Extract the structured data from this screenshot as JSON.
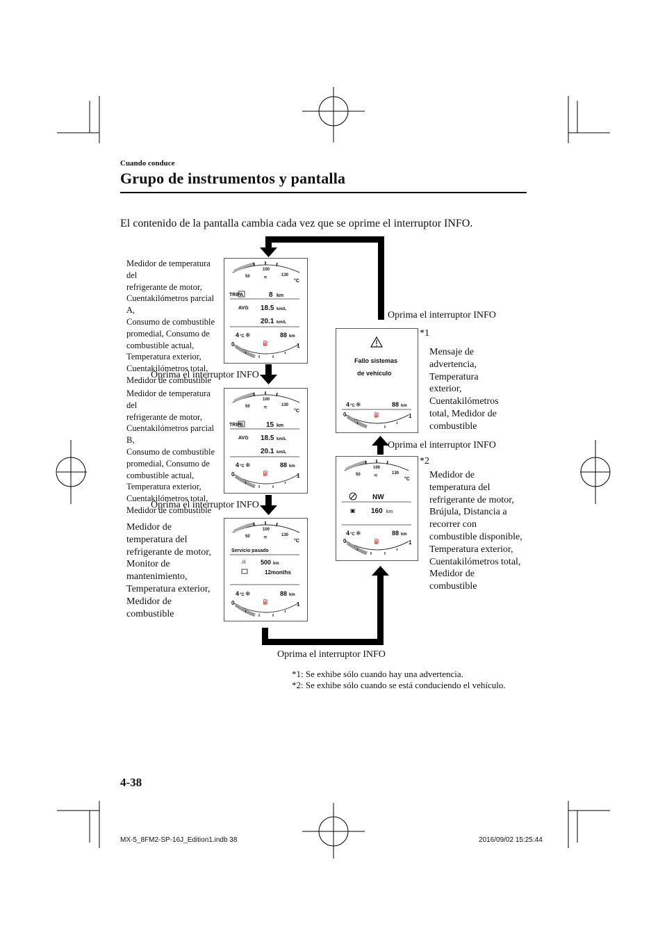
{
  "header": {
    "section": "Cuando conduce",
    "title": "Grupo de instrumentos y pantalla"
  },
  "intro": "El contenido de la pantalla cambia cada vez que se oprime el interruptor INFO.",
  "press_label": "Oprima el interruptor INFO",
  "panels": {
    "trip_a": {
      "description": "Medidor de temperatura del refrigerante de motor, Cuentakilómetros parcial A, Consumo de combustible promedial, Consumo de combustible actual, Temperatura exterior, Cuentakilómetros total, Medidor de combustible",
      "desc_lines": [
        "Medidor de temperatura del",
        "refrigerante de motor,",
        "Cuentakilómetros parcial A,",
        "Consumo de combustible",
        "promedial, Consumo de",
        "combustible actual,",
        "Temperatura exterior,",
        "Cuentakilómetros total,",
        "Medidor de combustible"
      ],
      "trip_label": "TRIP",
      "trip_letter": "A",
      "trip_value": "8",
      "trip_unit": "km",
      "avg_label": "AVG",
      "avg_value": "18.5",
      "avg_unit": "km/L",
      "current_value": "20.1",
      "current_unit": "km/L",
      "outside_temp": "4",
      "temp_unit": "°C",
      "odo_value": "88",
      "odo_unit": "km"
    },
    "trip_b": {
      "description": "Medidor de temperatura del refrigerante de motor, Cuentakilómetros parcial B, Consumo de combustible promedial, Consumo de combustible actual, Temperatura exterior, Cuentakilómetros total, Medidor de combustible",
      "desc_lines": [
        "Medidor de temperatura del",
        "refrigerante de motor,",
        "Cuentakilómetros parcial B,",
        "Consumo de combustible",
        "promedial, Consumo de",
        "combustible actual,",
        "Temperatura exterior,",
        "Cuentakilómetros total,",
        "Medidor de combustible"
      ],
      "trip_label": "TRIP",
      "trip_letter": "B",
      "trip_value": "15",
      "trip_unit": "km",
      "avg_label": "AVG",
      "avg_value": "18.5",
      "avg_unit": "km/L",
      "current_value": "20.1",
      "current_unit": "km/L",
      "outside_temp": "4",
      "temp_unit": "°C",
      "odo_value": "88",
      "odo_unit": "km"
    },
    "maintenance": {
      "description": "Medidor de temperatura del refrigerante de motor, Monitor de mantenimiento, Temperatura exterior, Medidor de combustible",
      "desc_lines": [
        "Medidor de",
        "temperatura del",
        "refrigerante de motor,",
        "Monitor de",
        "mantenimiento,",
        "Temperatura exterior,",
        "Medidor de",
        "combustible"
      ],
      "heading": "Servicio pasado",
      "distance_value": "500",
      "distance_unit": "km",
      "months_value": "12months",
      "outside_temp": "4",
      "temp_unit": "°C",
      "odo_value": "88",
      "odo_unit": "km"
    },
    "warning": {
      "note": "*1",
      "description": "Mensaje de advertencia, Temperatura exterior, Cuentakilómetros total, Medidor de combustible",
      "desc_lines": [
        "Mensaje de",
        "advertencia,",
        "Temperatura",
        "exterior,",
        "Cuentakilómetros",
        "total, Medidor de",
        "combustible"
      ],
      "message_line1": "Fallo sistemas",
      "message_line2": "de vehículo",
      "outside_temp": "4",
      "temp_unit": "°C",
      "odo_value": "88",
      "odo_unit": "km"
    },
    "compass": {
      "note": "*2",
      "description": "Medidor de temperatura del refrigerante de motor, Brújula, Distancia a recorrer con combustible disponible, Temperatura exterior, Cuentakilómetros total, Medidor de combustible",
      "desc_lines": [
        "Medidor de",
        "temperatura del",
        "refrigerante de motor,",
        "Brújula, Distancia a",
        "recorrer con",
        "combustible disponible,",
        "Temperatura exterior,",
        "Cuentakilómetros total,",
        "Medidor de",
        "combustible"
      ],
      "heading": "NW",
      "range_value": "160",
      "range_unit": "km",
      "outside_temp": "4",
      "temp_unit": "°C",
      "odo_value": "88",
      "odo_unit": "km"
    }
  },
  "gauge": {
    "temp_scale": [
      "50",
      "100",
      "130"
    ],
    "temp_unit": "°C",
    "fuel_empty": "0",
    "fuel_full": "1"
  },
  "footnotes": [
    "*1: Se exhibe sólo cuando hay una advertencia.",
    "*2: Se exhibe sólo cuando se está conduciendo el vehículo."
  ],
  "page_number": "4-38",
  "footer": {
    "file": "MX-5_8FM2-SP-16J_Edition1.indb   38",
    "timestamp": "2016/09/02   15:25:44"
  }
}
